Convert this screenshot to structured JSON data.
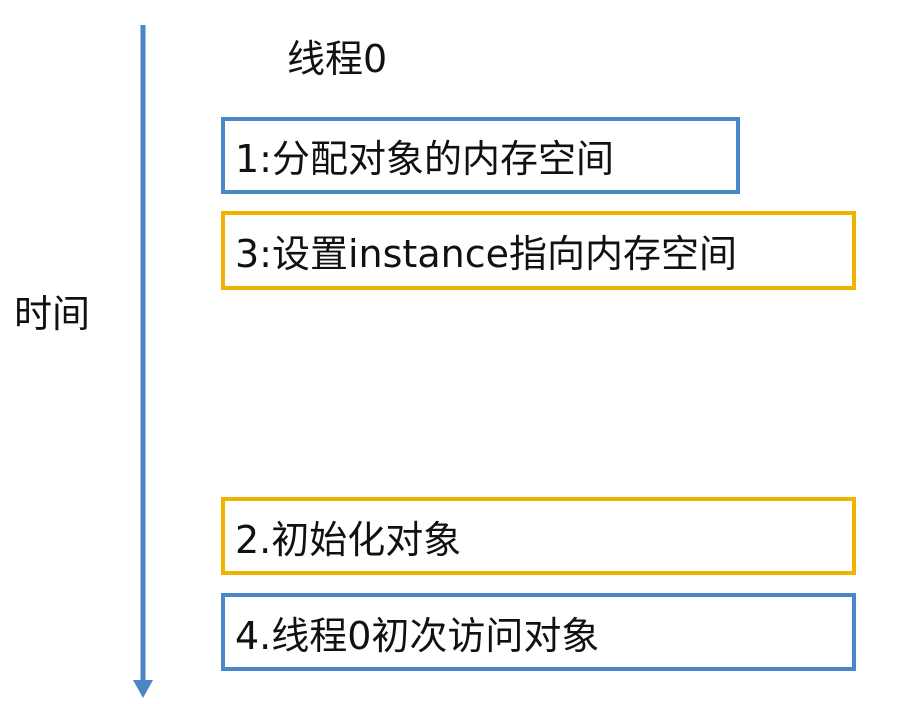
{
  "title": "线程0",
  "axis_label": "时间",
  "colors": {
    "blue": "#4a86c8",
    "orange": "#f0b400"
  },
  "steps": [
    {
      "label": "1:分配对象的内存空间",
      "color": "blue"
    },
    {
      "label": "3:设置instance指向内存空间",
      "color": "orange"
    },
    {
      "label": "2.初始化对象",
      "color": "orange"
    },
    {
      "label": "4.线程0初次访问对象",
      "color": "blue"
    }
  ]
}
